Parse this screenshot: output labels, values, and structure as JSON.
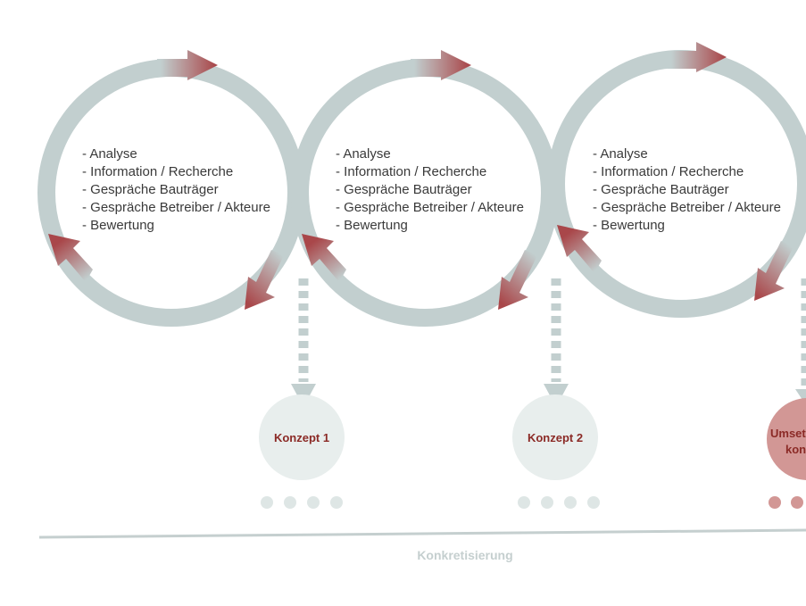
{
  "cycles": [
    {
      "items": [
        "- Analyse",
        "- Information / Recherche",
        "- Gespräche Bauträger",
        "- Gespräche Betreiber / Akteure",
        "- Bewertung"
      ]
    },
    {
      "items": [
        "- Analyse",
        "- Information / Recherche",
        "- Gespräche Bauträger",
        "- Gespräche Betreiber / Akteure",
        "- Bewertung"
      ]
    },
    {
      "items": [
        "- Analyse",
        "- Information / Recherche",
        "- Gespräche Bauträger",
        "- Gespräche Betreiber / Akteure",
        "- Bewertung"
      ]
    }
  ],
  "concepts": [
    {
      "lines": [
        "Konzept 1"
      ]
    },
    {
      "lines": [
        "Konzept 2"
      ]
    },
    {
      "lines": [
        "Umset",
        "kon"
      ]
    }
  ],
  "axis": {
    "label": "Konkretisierung"
  },
  "colors": {
    "ring": "#c2cfcf",
    "arrow": "#a9474a",
    "concept_fill": "#e8eeed",
    "final_concept_fill": "#d29795",
    "concept_text": "#8b2a26",
    "dot_gray": "#dee6e5",
    "dot_red": "#d29795",
    "axis_line": "#c5cfcf",
    "axis_text": "#c5cfcf"
  }
}
